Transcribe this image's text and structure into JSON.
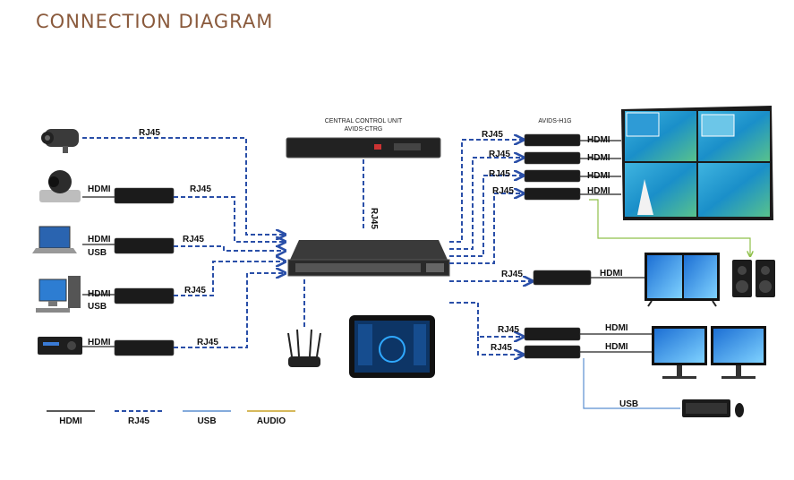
{
  "title": "CONNECTION DIAGRAM",
  "central_unit": {
    "line1": "CENTRAL CONTROL UNIT",
    "line2": "AVIDS-CTRG"
  },
  "decoder_label": "AVIDS-H1G",
  "labels": {
    "rj45": "RJ45",
    "hdmi": "HDMI",
    "usb": "USB"
  },
  "legend": [
    {
      "label": "HDMI",
      "color": "#222222"
    },
    {
      "label": "RJ45",
      "color": "#2a4fa8"
    },
    {
      "label": "USB",
      "color": "#5b8fd0"
    },
    {
      "label": "AUDIO",
      "color": "#c9a227"
    }
  ],
  "icons": [
    "cctv-camera-icon",
    "ptz-camera-icon",
    "laptop-icon",
    "desktop-pc-icon",
    "av-receiver-icon",
    "network-switch-icon",
    "wifi-router-icon",
    "tablet-icon",
    "video-wall-icon",
    "tv-icon",
    "speaker-icon",
    "dual-monitor-icon",
    "keyboard-mouse-icon"
  ]
}
